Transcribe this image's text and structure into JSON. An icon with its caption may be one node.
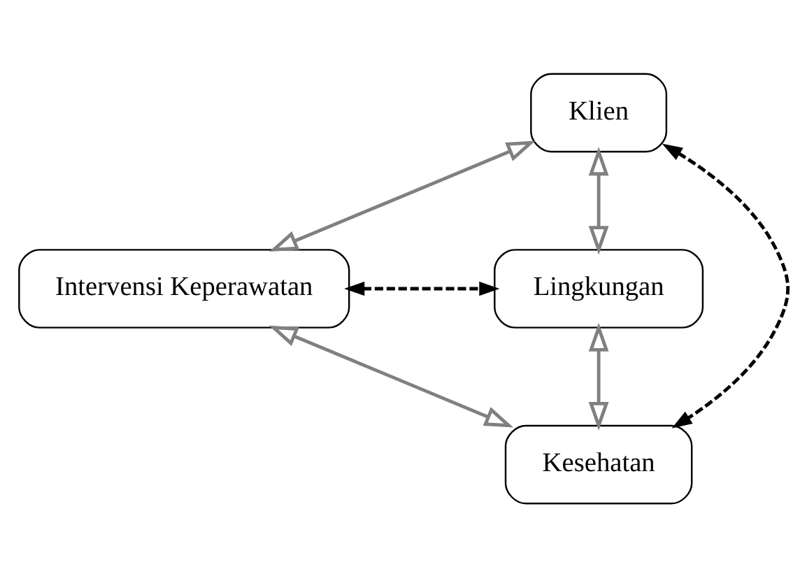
{
  "diagram": {
    "nodes": [
      {
        "text": [
          "Klien"
        ]
      },
      {
        "text": [
          "Intervensi Keperawatan"
        ]
      },
      {
        "text": [
          "Lingkungan"
        ]
      },
      {
        "text": [
          "Kesehatan"
        ]
      }
    ],
    "edges": [
      {
        "from": 0,
        "to": 1,
        "arrow": "both"
      },
      {
        "from": 0,
        "to": 2,
        "arrow": "both"
      },
      {
        "from": 1,
        "to": 3,
        "arrow": "both"
      },
      {
        "from": 2,
        "to": 3,
        "arrow": "both"
      },
      {
        "from": 0,
        "to": 3,
        "arrow": "both",
        "style": "dashed",
        "color": "#000000"
      },
      {
        "from": 1,
        "to": 2,
        "arrow": "both",
        "style": "dashed",
        "color": "#000000"
      }
    ]
  }
}
